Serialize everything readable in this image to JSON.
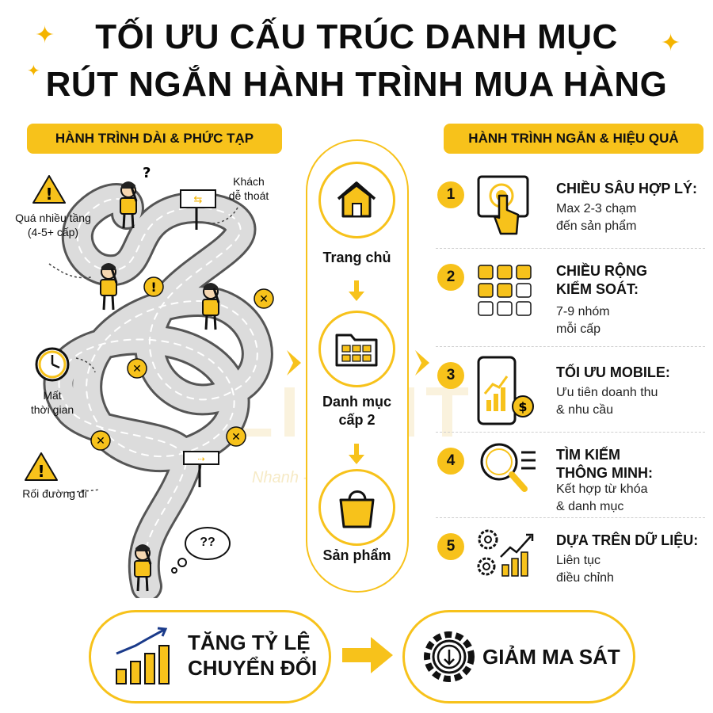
{
  "title": {
    "line1": "TỐI ƯU CẤU TRÚC DANH MỤC",
    "line2": "RÚT NGẮN HÀNH TRÌNH MUA HÀNG"
  },
  "left": {
    "header": "HÀNH TRÌNH DÀI & PHỨC TẠP",
    "labels": {
      "many_levels": "Quá nhiều tầng\n(4-5+ cấp)",
      "customers_leave": "Khách\ndễ thoát",
      "time_loss": "Mất\nthời gian",
      "lost_path": "Rối đường đi",
      "confused": "??"
    }
  },
  "right": {
    "header": "HÀNH TRÌNH NGẮN & HIỆU QUẢ",
    "steps": [
      {
        "num": "1",
        "title": "CHIỀU SÂU HỢP LÝ:",
        "desc": "Max 2-3 chạm\nđến sản phẩm",
        "icon": "touch-screen-icon"
      },
      {
        "num": "2",
        "title": "CHIỀU RỘNG\nKIỂM SOÁT:",
        "desc": "7-9 nhóm\nmỗi cấp",
        "icon": "grid-icon"
      },
      {
        "num": "3",
        "title": "TỐI ƯU MOBILE:",
        "desc": "Ưu tiên doanh thu\n& nhu cầu",
        "icon": "mobile-chart-icon"
      },
      {
        "num": "4",
        "title": "TÌM KIẾM\nTHÔNG MINH:",
        "desc": "Kết hợp từ khóa\n& danh mục",
        "icon": "magnifier-icon"
      },
      {
        "num": "5",
        "title": "DỰA TRÊN DỮ LIỆU:",
        "desc": "Liên tục\nđiều chỉnh",
        "icon": "gears-chart-icon"
      }
    ]
  },
  "center": {
    "items": [
      {
        "label": "Trang chủ",
        "icon": "home-icon"
      },
      {
        "label": "Danh mục\ncấp 2",
        "icon": "folder-icon"
      },
      {
        "label": "Sản phẩm",
        "icon": "shopping-bag-icon"
      }
    ]
  },
  "bottom": {
    "left_text": "TĂNG TỶ LỆ\nCHUYỂN ĐỔI",
    "right_text": "GIẢM MA SÁT"
  },
  "watermark": {
    "brand": "LIGHT",
    "tagline": "Nhanh - Chuẩn - Đẹp"
  },
  "colors": {
    "accent": "#F7C21B",
    "road": "#d9d9d9",
    "text": "#111111"
  }
}
